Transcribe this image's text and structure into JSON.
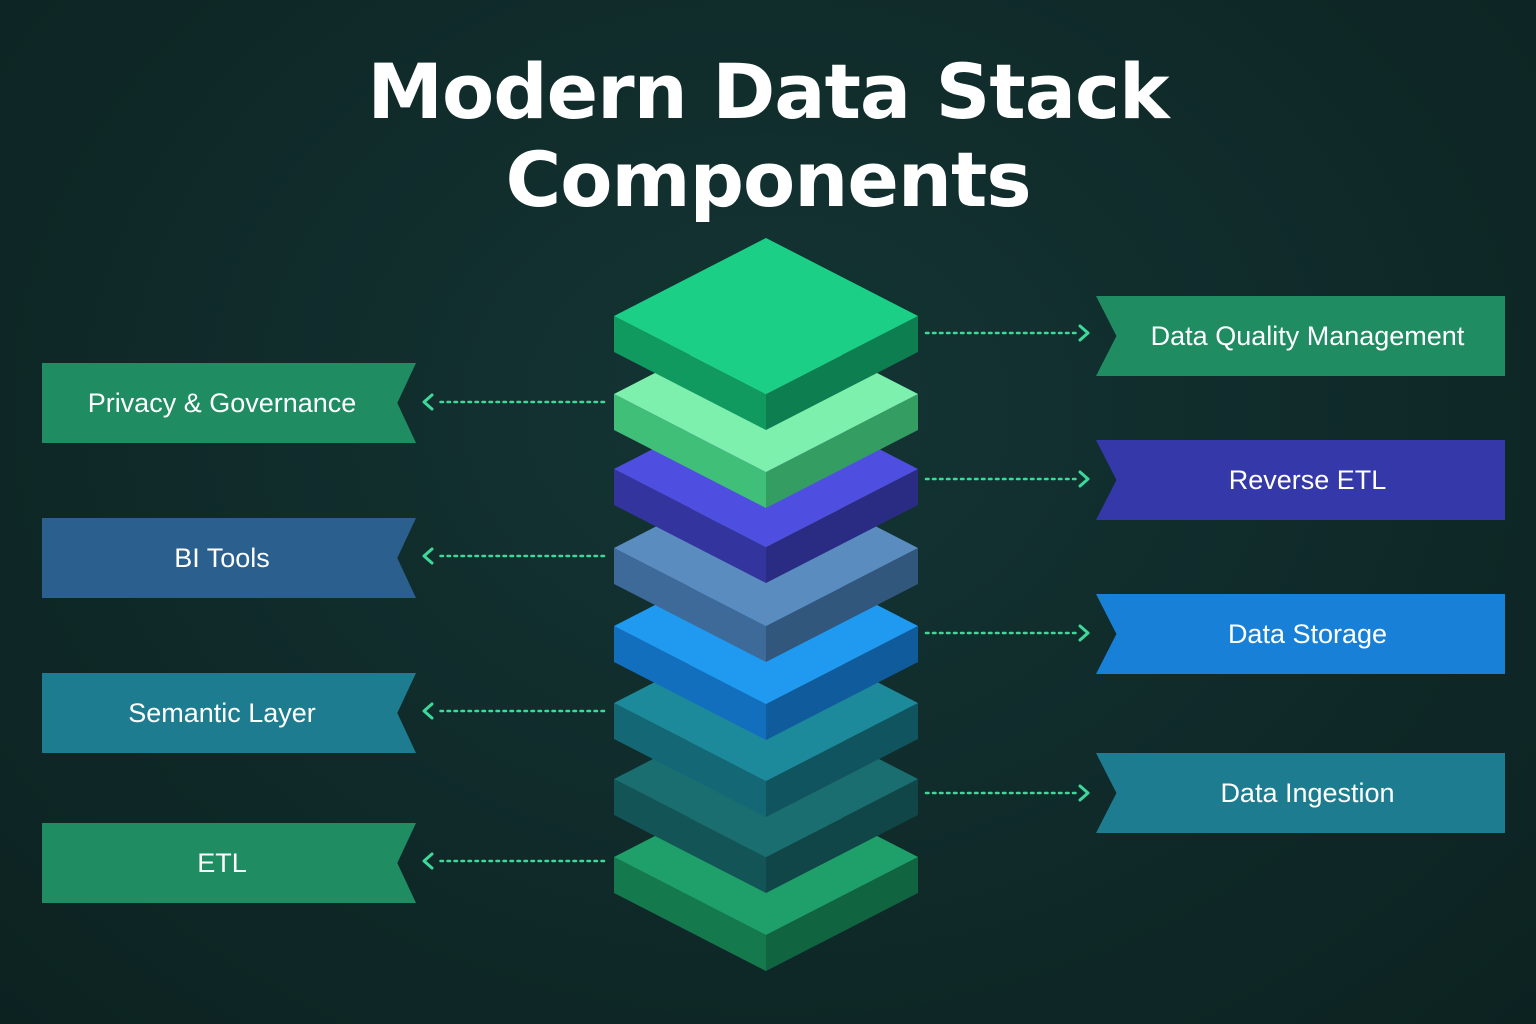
{
  "title": {
    "line1": "Modern Data Stack",
    "line2": "Components"
  },
  "layers": [
    {
      "top": "#1ccf86",
      "side": "#109a60"
    },
    {
      "top": "#7ef0ad",
      "side": "#3fbf78"
    },
    {
      "top": "#4e4fe0",
      "side": "#33349e"
    },
    {
      "top": "#5a8cc0",
      "side": "#3d6a99"
    },
    {
      "top": "#1f9af0",
      "side": "#126fbe"
    },
    {
      "top": "#1c8a9a",
      "side": "#146774"
    },
    {
      "top": "#1a6e70",
      "side": "#135557"
    },
    {
      "top": "#1fa06a",
      "side": "#147a4e"
    }
  ],
  "left_labels": [
    {
      "text": "Privacy & Governance",
      "color": "#1f8c62"
    },
    {
      "text": "BI Tools",
      "color": "#2b5f8e"
    },
    {
      "text": "Semantic Layer",
      "color": "#1d7c8f"
    },
    {
      "text": "ETL",
      "color": "#1f8c62"
    }
  ],
  "right_labels": [
    {
      "text": "Data Quality Management",
      "color": "#1f8c62"
    },
    {
      "text": "Reverse ETL",
      "color": "#3438a8"
    },
    {
      "text": "Data Storage",
      "color": "#1880d6"
    },
    {
      "text": "Data Ingestion",
      "color": "#1d7c8f"
    }
  ],
  "connector_color": "#3ed99a"
}
